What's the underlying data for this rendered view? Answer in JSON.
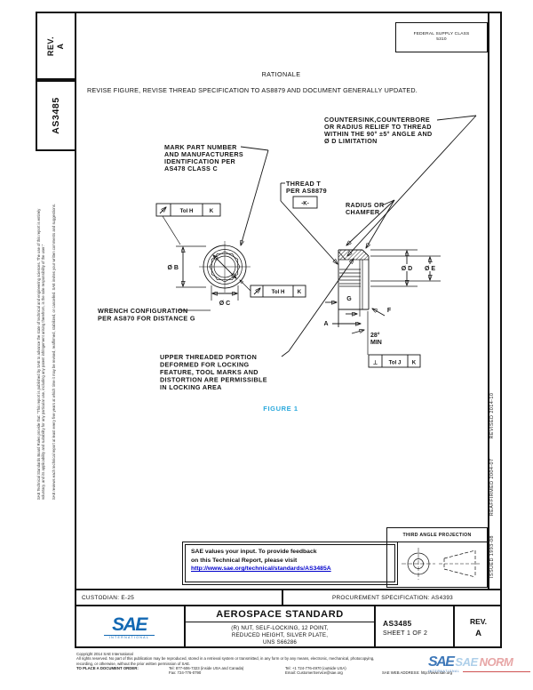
{
  "page": {
    "rev_box": {
      "line1": "REV.",
      "line2": "A"
    },
    "doc_box": "AS3485",
    "supply_class": {
      "line1": "FEDERAL SUPPLY CLASS",
      "line2": "5310"
    },
    "left_margin": {
      "line1a": "SAE Technical Standards Board Rules provide that: \"This report is published by SAE to advance the state of technical and engineering sciences. The use of this report is entirely",
      "line1b": "voluntary, and its applicability and suitability for any particular use, including any patent infringement arising therefrom, is the sole responsibility of the user.\"",
      "line2": "SAE reviews each technical report at least every five years at which time it may be revised, reaffirmed, stabilized, or cancelled. SAE invites your written comments and suggestions."
    },
    "right_margin": {
      "issued": "ISSUED 1993-08",
      "reaffirmed": "REAFFIRMED 2004-07",
      "revised": "REVISED 2014-10"
    },
    "rationale": {
      "heading": "RATIONALE",
      "body": "REVISE FIGURE, REVISE THREAD SPECIFICATION TO AS8879 AND DOCUMENT GENERALLY UPDATED."
    }
  },
  "figure": {
    "caption": "FIGURE 1",
    "caption_color": "#29a8dc",
    "labels": {
      "mark1": "MARK PART NUMBER",
      "mark2": "AND MANUFACTURERS",
      "mark3": "IDENTIFICATION PER",
      "mark4": "AS478 CLASS C",
      "csink1": "COUNTERSINK,COUNTERBORE",
      "csink2": "OR RADIUS RELIEF TO THREAD",
      "csink3": "WITHIN THE 90° ±5° ANGLE AND",
      "csink4": "Ø D LIMITATION",
      "thread1": "THREAD T",
      "thread2": "PER AS8879",
      "datum_k": "-K-",
      "radius1": "RADIUS OR",
      "radius2": "CHAMFER",
      "wrench1": "WRENCH CONFIGURATION",
      "wrench2": "PER AS870 FOR DISTANCE G",
      "upper1": "UPPER THREADED PORTION",
      "upper2": "DEFORMED FOR LOCKING",
      "upper3": "FEATURE, TOOL MARKS AND",
      "upper4": "DISTORTION ARE PERMISSIBLE",
      "upper5": "IN LOCKING AREA",
      "dim_b": "Ø B",
      "dim_c": "Ø C",
      "dim_d": "Ø D",
      "dim_e": "Ø E",
      "dim_g": "G",
      "dim_f": "F",
      "dim_a": "A",
      "angle1": "28°",
      "angle2": "MIN",
      "fcf_tol_h": "Tol H",
      "fcf_tol_j": "Tol J",
      "fcf_k": "K",
      "fcf_perp": "⊥"
    }
  },
  "feedback_box": {
    "line1": "SAE values your input. To provide feedback",
    "line2": "on this Technical Report, please visit",
    "link": "http://www.sae.org/technical/standards/AS3485A"
  },
  "projection_box": {
    "title": "THIRD ANGLE PROJECTION"
  },
  "info_row": {
    "custodian": "CUSTODIAN: E-25",
    "procurement": "PROCUREMENT SPECIFICATION: AS4393"
  },
  "title_block": {
    "logo": {
      "text": "SAE",
      "sub": "INTERNATIONAL"
    },
    "heading": "AEROSPACE STANDARD",
    "subtitle1": "(R) NUT, SELF-LOCKING, 12 POINT,",
    "subtitle2": "REDUCED HEIGHT, SILVER PLATE,",
    "subtitle3": "UNS S66286",
    "doc_number": "AS3485",
    "sheet": "SHEET 1 OF 2",
    "rev_label": "REV.",
    "rev_value": "A"
  },
  "footer": {
    "copyright": "Copyright 2014 SAE International",
    "rights1": "All rights reserved. No part of this publication may be reproduced, stored in a retrieval system or transmitted, in any form or by any means, electronic, mechanical, photocopying,",
    "rights2": "recording, or otherwise, without the prior written permission of SAE.",
    "order_label": "TO PLACE A DOCUMENT ORDER:",
    "tel1": "Tel: 877-606-7323 (inside USA and Canada)",
    "tel2": "Tel: +1 724-776-4970 (outside USA)",
    "fax": "Fax: 724-776-0790",
    "email": "Email: CustomerService@sae.org",
    "web": "SAE WEB ADDRESS: http://www.sae.org",
    "watermark": {
      "logo": "SAE",
      "sae": "SAE",
      "norm": "NORM",
      "sub": "INTERNATIONAL"
    }
  }
}
